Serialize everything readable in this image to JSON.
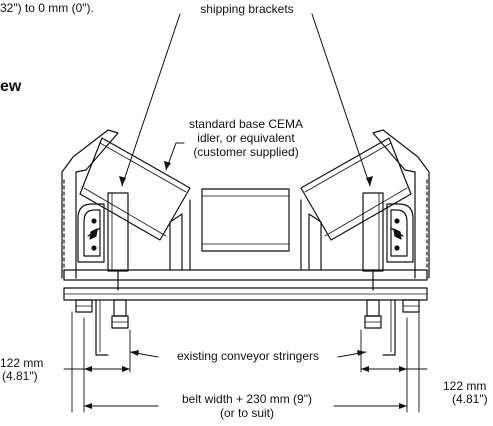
{
  "top_note": "32\") to 0 mm (0\").",
  "side_heading": "ew",
  "labels": {
    "shipping_brackets": "shipping brackets",
    "idler_line1": "standard base CEMA",
    "idler_line2": "idler, or equivalent",
    "idler_line3": "(customer supplied)",
    "stringers": "existing conveyor stringers",
    "left_dim_mm": "122 mm",
    "left_dim_in": "(4.81\")",
    "right_dim_mm": "122 mm",
    "right_dim_in": "(4.81\")",
    "belt_line1": "belt width + 230 mm (9\")",
    "belt_line2": "(or to suit)"
  }
}
